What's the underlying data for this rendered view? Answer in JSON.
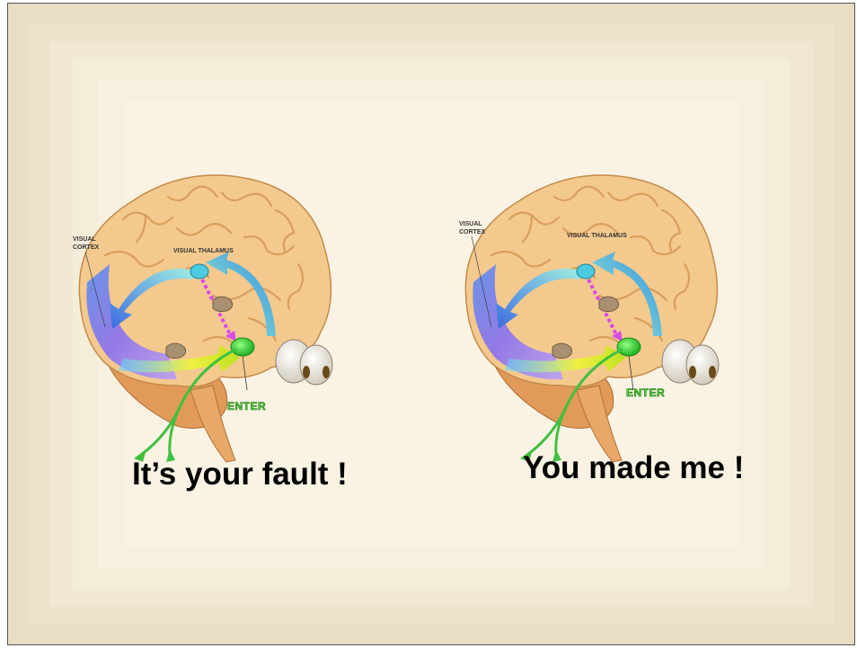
{
  "diagram": {
    "left": {
      "labels": {
        "cortex_line1": "VISUAL",
        "cortex_line2": "CORTEX",
        "thalamus": "VISUAL THALAMUS",
        "enter": "ENTER"
      },
      "caption": "It’s your fault !"
    },
    "right": {
      "labels": {
        "cortex_line1": "VISUAL",
        "cortex_line2": "CORTEX",
        "thalamus": "VISUAL THALAMUS",
        "enter": "ENTER"
      },
      "caption": "You made me !"
    }
  },
  "colors": {
    "brain": "#f3c98c",
    "cerebellum": "#e6a260",
    "cortex_blue": "#7c6cf0",
    "thalamus": "#3fc0d8",
    "amygdala": "#40e040",
    "pathway_magenta": "#d040e0",
    "pathway_green": "#40c040"
  }
}
